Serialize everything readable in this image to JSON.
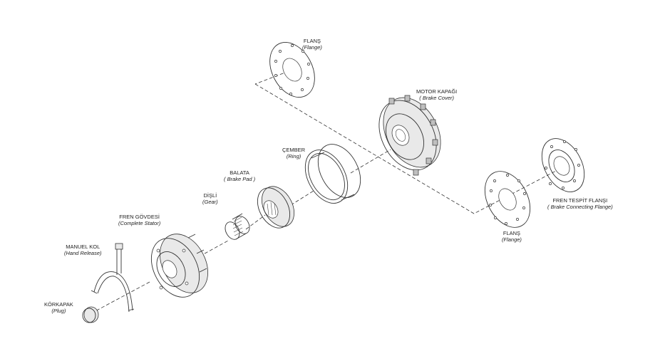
{
  "parts": [
    {
      "id": "flange-top",
      "tr": "FLANŞ",
      "en": "(Flange)"
    },
    {
      "id": "motor-cover",
      "tr": "MOTOR KAPAĞI",
      "en": "( Brake Cover)"
    },
    {
      "id": "ring",
      "tr": "ÇEMBER",
      "en": "(Ring)"
    },
    {
      "id": "brake-pad",
      "tr": "BALATA",
      "en": "( Brake Pad )"
    },
    {
      "id": "gear",
      "tr": "DİŞLİ",
      "en": "(Gear)"
    },
    {
      "id": "stator",
      "tr": "FREN GÖVDESİ",
      "en": "(Complete Stator)"
    },
    {
      "id": "hand-release",
      "tr": "MANUEL KOL",
      "en": "(Hand Release)"
    },
    {
      "id": "plug",
      "tr": "KÖRKAPAK",
      "en": "(Plug)"
    },
    {
      "id": "flange-bottom",
      "tr": "FLANŞ",
      "en": "(Flange)"
    },
    {
      "id": "brake-connecting-flange",
      "tr": "FREN TESPİT FLANŞI",
      "en": "( Brake Connecting Flange)"
    }
  ]
}
